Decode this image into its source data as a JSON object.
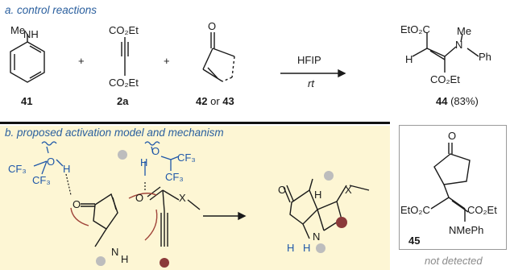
{
  "panel_a": {
    "title": "a. control reactions",
    "methylamine_label": "Me",
    "amine_label": "NH",
    "compound_41": "41",
    "plus_1": "+",
    "ester_top": "CO₂Et",
    "ester_bottom": "CO₂Et",
    "compound_2a": "2a",
    "plus_2": "+",
    "compound_42": "42",
    "or_text": "or",
    "compound_43": "43",
    "condition_solvent": "HFIP",
    "condition_temp": "rt",
    "product_ester_left": "EtO₂C",
    "product_h": "H",
    "product_me": "Me",
    "product_n": "N",
    "product_ph": "Ph",
    "product_ester_bottom": "CO₂Et",
    "compound_44": "44",
    "yield_44": "(83%)"
  },
  "panel_b": {
    "title": "b. proposed activation model and mechanism",
    "cf3_1": "CF₃",
    "cf3_2": "CF₃",
    "o_1": "O",
    "h_1": "H",
    "o_enone": "O",
    "h_2": "H",
    "o_2": "O",
    "cf3_3": "CF₃",
    "cf3_4": "CF₃",
    "o_ester": "O",
    "x_label": "X",
    "n_amine": "N",
    "h_amine": "H",
    "prod_o": "O",
    "prod_x": "X",
    "prod_n": "N",
    "prod_h1": "H",
    "prod_h2": "H",
    "prod_h3": "H"
  },
  "box_45": {
    "o_label": "O",
    "ester_left": "EtO₂C",
    "ester_right": "CO₂Et",
    "amine": "NMePh",
    "compound_45": "45",
    "caption": "not detected"
  },
  "colors": {
    "title_blue": "#2a5f9e",
    "hfip_blue": "#1f57a8",
    "panel_bg": "#fdf6d4",
    "arrow_red": "#a0453a",
    "dot_grey": "#bdbdbd",
    "dot_maroon": "#8b3a3a"
  }
}
